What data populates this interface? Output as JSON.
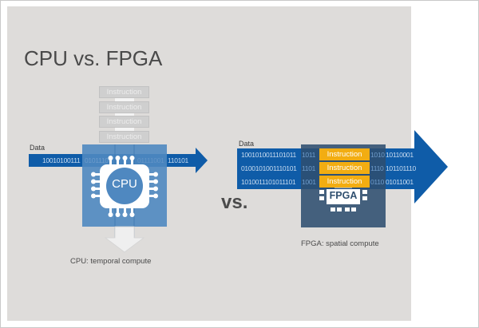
{
  "title": "CPU vs. FPGA",
  "vs_label": "vs.",
  "cpu": {
    "data_label": "Data",
    "instructions": [
      "Instruction",
      "Instruction",
      "Instruction",
      "Instruction"
    ],
    "bits_left": "10010100111",
    "bits_middle": "0101110",
    "bits_hidden": "01111001",
    "bits_right": "110101",
    "chip_label": "CPU",
    "caption": "CPU: temporal compute"
  },
  "fpga": {
    "data_label": "Data",
    "rows": [
      {
        "left": "1001010011101011",
        "mid": "1011",
        "right_faded": "1010",
        "right": "10110001",
        "instruction": "Instruction"
      },
      {
        "left": "0100101001110101",
        "mid": "1101",
        "right_faded": "1110",
        "right": "101101110",
        "instruction": "Instruction"
      },
      {
        "left": "1010011101011101",
        "mid": "1001",
        "right_faded": "0110",
        "right": "01011001",
        "instruction": "Instruction"
      }
    ],
    "chip_label": "FPGA",
    "caption": "FPGA: spatial compute"
  },
  "colors": {
    "background": "#dedcda",
    "arrow_blue": "#0f5ca8",
    "cpu_box": "#4f88c0",
    "fpga_box": "#2f4f6f",
    "instruction_gold": "#f2ad12",
    "instruction_gray": "#cfcfcf",
    "title_text": "#4a4a4a"
  }
}
